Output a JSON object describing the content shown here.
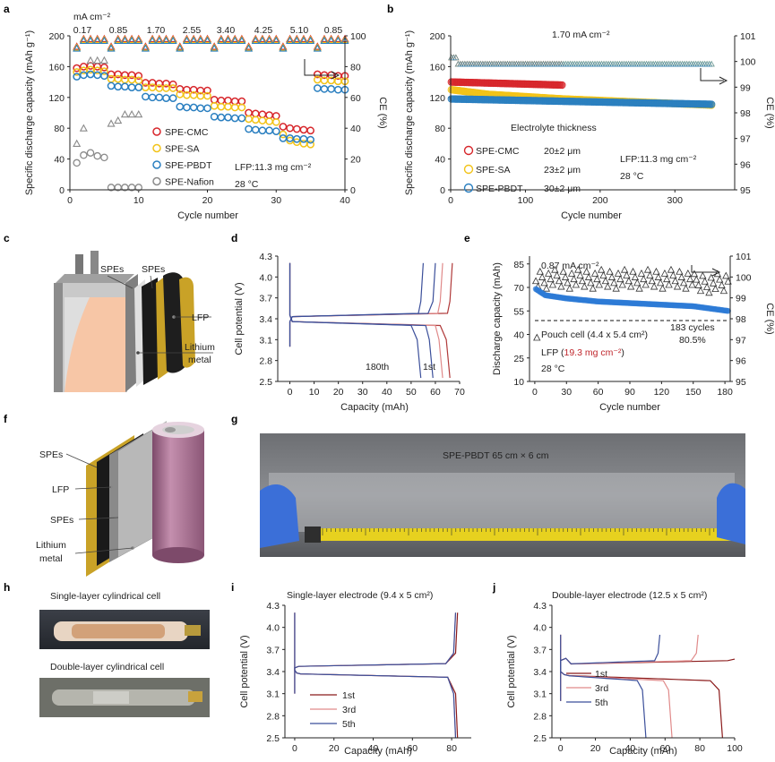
{
  "panels": {
    "a": "a",
    "b": "b",
    "c": "c",
    "d": "d",
    "e": "e",
    "f": "f",
    "g": "g",
    "h": "h",
    "i": "i",
    "j": "j"
  },
  "colors": {
    "cmc": "#d7262b",
    "sa": "#f2c318",
    "pbdt": "#2a7fc0",
    "nafion": "#8a8a8a",
    "blue_line": "#3b4f9a",
    "red_line": "#b03a3a",
    "pink_line": "#e08a8a",
    "darkred_line": "#8b1a1a",
    "dot_e": "#2d7bd6",
    "label_red": "#c0272d"
  },
  "chart_data": [
    {
      "id": "a",
      "type": "scatter",
      "xlabel": "Cycle number",
      "ylabel": "Specific discharge capacity (mAh g⁻¹)",
      "y2label": "CE (%)",
      "xlim": [
        0,
        40
      ],
      "ylim": [
        0,
        200
      ],
      "y2lim": [
        0,
        100
      ],
      "xticks": [
        "0",
        "10",
        "20",
        "30",
        "40"
      ],
      "yticks": [
        "0",
        "40",
        "80",
        "120",
        "160",
        "200"
      ],
      "y2ticks": [
        "0",
        "20",
        "40",
        "60",
        "80",
        "100"
      ],
      "rate_unit": "mA cm⁻²",
      "rates": [
        "0.17",
        "0.85",
        "1.70",
        "2.55",
        "3.40",
        "4.25",
        "5.10",
        "0.85"
      ],
      "legend": [
        "SPE-CMC",
        "SPE-SA",
        "SPE-PBDT",
        "SPE-Nafion"
      ],
      "annotation": "LFP:11.3 mg cm⁻²",
      "temperature": "28 °C",
      "series": [
        {
          "name": "SPE-CMC",
          "capacity": [
            158,
            160,
            161,
            160,
            159,
            150,
            150,
            149,
            149,
            148,
            139,
            139,
            138,
            138,
            137,
            131,
            130,
            130,
            129,
            129,
            117,
            116,
            116,
            115,
            115,
            100,
            99,
            98,
            97,
            96,
            82,
            80,
            79,
            78,
            77,
            150,
            149,
            149,
            148,
            148
          ]
        },
        {
          "name": "SPE-SA",
          "capacity": [
            153,
            155,
            156,
            155,
            154,
            144,
            144,
            143,
            143,
            142,
            133,
            133,
            132,
            132,
            132,
            124,
            123,
            123,
            122,
            122,
            109,
            108,
            108,
            107,
            107,
            92,
            91,
            90,
            89,
            88,
            72,
            64,
            62,
            60,
            59,
            143,
            142,
            142,
            141,
            141
          ]
        },
        {
          "name": "SPE-PBDT",
          "capacity": [
            147,
            149,
            150,
            149,
            148,
            135,
            134,
            134,
            133,
            133,
            121,
            120,
            120,
            119,
            119,
            108,
            107,
            107,
            106,
            106,
            95,
            94,
            94,
            93,
            93,
            79,
            78,
            77,
            77,
            76,
            67,
            67,
            66,
            66,
            65,
            132,
            131,
            131,
            130,
            130
          ]
        },
        {
          "name": "SPE-Nafion",
          "capacity": [
            35,
            45,
            48,
            44,
            42,
            3,
            3,
            3,
            3,
            3
          ]
        },
        {
          "name": "SPE-Nafion CE",
          "ce": [
            30,
            40,
            84,
            84,
            84,
            43,
            45,
            49,
            49,
            49
          ]
        }
      ]
    },
    {
      "id": "b",
      "type": "scatter",
      "xlabel": "Cycle number",
      "ylabel": "Specific discharge capacity (mAh g⁻¹)",
      "y2label": "CE (%)",
      "xlim": [
        0,
        350
      ],
      "ylim": [
        0,
        200
      ],
      "y2lim": [
        95,
        101
      ],
      "xticks": [
        "0",
        "100",
        "200",
        "300"
      ],
      "yticks": [
        "0",
        "40",
        "80",
        "120",
        "160",
        "200"
      ],
      "y2ticks": [
        "95",
        "96",
        "97",
        "98",
        "99",
        "100",
        "101"
      ],
      "rate": "1.70 mA cm⁻²",
      "legend_title": "Electrolyte thickness",
      "legend": [
        {
          "name": "SPE-CMC",
          "thickness": "20±2 μm"
        },
        {
          "name": "SPE-SA",
          "thickness": "23±2 μm"
        },
        {
          "name": "SPE-PBDT",
          "thickness": "30±2 μm"
        }
      ],
      "annotation": "LFP:11.3 mg cm⁻²",
      "temperature": "28 °C",
      "series": [
        {
          "name": "SPE-CMC",
          "x": [
            1,
            150
          ],
          "y": [
            140,
            136
          ]
        },
        {
          "name": "SPE-SA",
          "x": [
            1,
            50,
            150,
            250,
            350
          ],
          "y": [
            130,
            124,
            118,
            114,
            110
          ]
        },
        {
          "name": "SPE-PBDT",
          "x": [
            1,
            100,
            200,
            300,
            350
          ],
          "y": [
            118,
            116,
            114,
            112,
            111
          ]
        }
      ]
    },
    {
      "id": "d",
      "type": "line",
      "xlabel": "Capacity (mAh)",
      "ylabel": "Cell potential (V)",
      "xlim": [
        -5,
        70
      ],
      "ylim": [
        2.5,
        4.3
      ],
      "xticks": [
        "0",
        "10",
        "20",
        "30",
        "40",
        "50",
        "60",
        "70"
      ],
      "yticks": [
        "2.5",
        "2.8",
        "3.1",
        "3.4",
        "3.7",
        "4.0",
        "4.3"
      ],
      "labels": [
        "180th",
        "1st"
      ],
      "series": [
        {
          "name": "1st",
          "charge_end": 67,
          "discharge_end": 66
        },
        {
          "name": "mid1",
          "charge_end": 63,
          "discharge_end": 63
        },
        {
          "name": "mid2",
          "charge_end": 60,
          "discharge_end": 59
        },
        {
          "name": "180th",
          "charge_end": 55,
          "discharge_end": 54
        }
      ]
    },
    {
      "id": "e",
      "type": "scatter",
      "xlabel": "Cycle number",
      "ylabel": "Discharge capacity (mAh)",
      "y2label": "CE (%)",
      "xlim": [
        0,
        180
      ],
      "ylim": [
        10,
        90
      ],
      "y2lim": [
        95,
        101
      ],
      "xticks": [
        "0",
        "30",
        "60",
        "90",
        "120",
        "150",
        "180"
      ],
      "yticks": [
        "10",
        "25",
        "40",
        "55",
        "70",
        "85"
      ],
      "y2ticks": [
        "95",
        "96",
        "97",
        "98",
        "99",
        "100",
        "101"
      ],
      "rate": "0.87 mA cm⁻²",
      "cell": "Pouch cell (4.4 x 5.4 cm²)",
      "lfp_prefix": "LFP (",
      "lfp_loading": "19.3 mg cm⁻²",
      "lfp_suffix": ")",
      "temperature": "28 °C",
      "retention_cycles": "183 cycles",
      "retention": "80.5%",
      "series": [
        {
          "name": "capacity",
          "x": [
            1,
            10,
            30,
            60,
            90,
            120,
            150,
            183
          ],
          "y": [
            69,
            65,
            63,
            61,
            60,
            59,
            58,
            55
          ]
        }
      ]
    },
    {
      "id": "i",
      "type": "line",
      "title": "Single-layer electrode (9.4 x 5 cm²)",
      "xlabel": "Capacity (mAh)",
      "ylabel": "Cell potential (V)",
      "xlim": [
        -5,
        90
      ],
      "ylim": [
        2.5,
        4.3
      ],
      "xticks": [
        "0",
        "20",
        "40",
        "60",
        "80"
      ],
      "yticks": [
        "2.5",
        "2.8",
        "3.1",
        "3.4",
        "3.7",
        "4.0",
        "4.3"
      ],
      "series": [
        {
          "name": "1st",
          "end": 83
        },
        {
          "name": "3rd",
          "end": 82
        },
        {
          "name": "5th",
          "end": 82
        }
      ]
    },
    {
      "id": "j",
      "type": "line",
      "title": "Double-layer electrode (12.5 x 5 cm²)",
      "xlabel": "Capacity (mAh)",
      "ylabel": "Cell potential  (V)",
      "xlim": [
        -5,
        100
      ],
      "ylim": [
        2.5,
        4.3
      ],
      "xticks": [
        "0",
        "20",
        "40",
        "60",
        "80",
        "100"
      ],
      "yticks": [
        "2.5",
        "2.8",
        "3.1",
        "3.4",
        "3.7",
        "4.0",
        "4.3"
      ],
      "series": [
        {
          "name": "1st",
          "charge_end": 100,
          "discharge_end": 93
        },
        {
          "name": "3rd",
          "charge_end": 79,
          "discharge_end": 64
        },
        {
          "name": "5th",
          "charge_end": 57,
          "discharge_end": 49
        }
      ]
    }
  ],
  "schematic_c": {
    "spes1": "SPEs",
    "spes2": "SPEs",
    "lfp": "LFP",
    "lithium": "Lithium",
    "metal": "metal"
  },
  "schematic_f": {
    "spes1": "SPEs",
    "lfp": "LFP",
    "spes2": "SPEs",
    "lithium": "Lithium",
    "metal": "metal"
  },
  "photo_g": {
    "label": "SPE-PBDT 65 cm × 6 cm"
  },
  "photo_h": {
    "single": "Single-layer cylindrical cell",
    "double": "Double-layer cylindrical cell"
  }
}
